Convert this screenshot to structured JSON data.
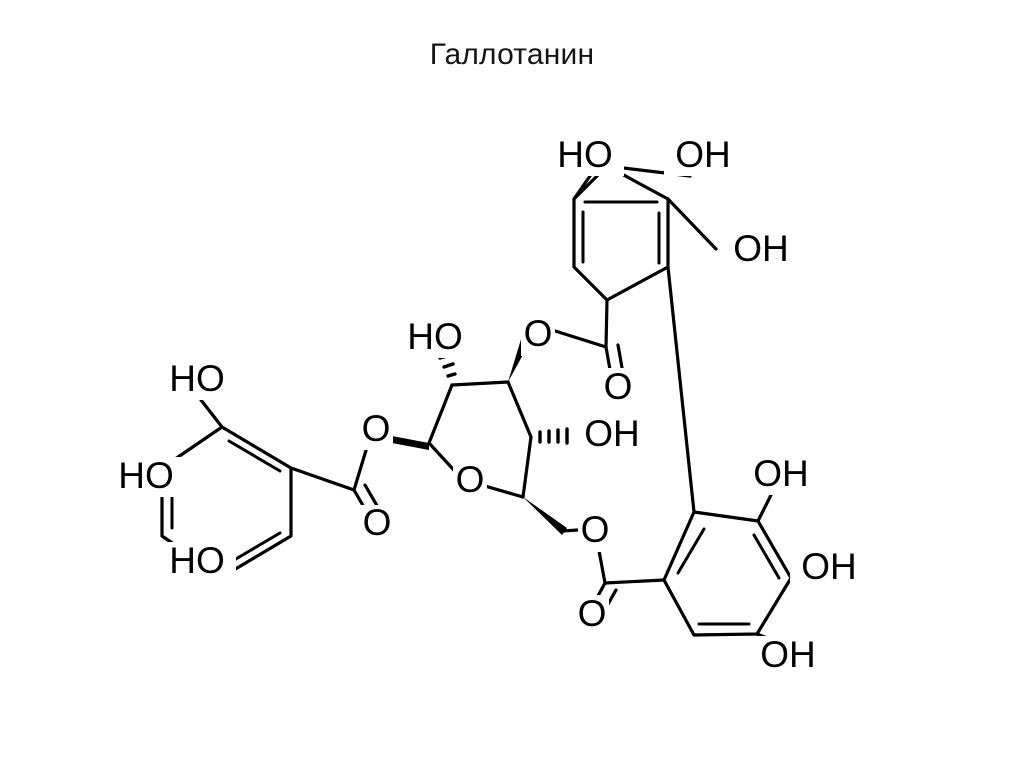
{
  "title": "Галлотанин",
  "diagram": {
    "name": "gallotannin-structure",
    "type": "chemical-structure-skeletal",
    "bond_color": "#000000",
    "background_color": "#ffffff",
    "labels": {
      "left_ring_oh_top": "HO",
      "left_ring_oh_mid": "HO",
      "left_ring_oh_bottom": "HO",
      "left_ester_o": "O",
      "left_carbonyl_o": "O",
      "sugar_c2_ho": "HO",
      "sugar_c4_oh": "OH",
      "sugar_ring_o": "O",
      "top_ester_o": "O",
      "top_carbonyl_o": "O",
      "top_ring_oh_left": "HO",
      "top_ring_oh_mid": "OH",
      "top_ring_oh_right": "OH",
      "bottom_ester_o": "O",
      "bottom_carbonyl_o": "O",
      "bottom_ring_oh_top": "OH",
      "bottom_ring_oh_mid": "OH",
      "bottom_ring_oh_bottom": "OH"
    }
  }
}
